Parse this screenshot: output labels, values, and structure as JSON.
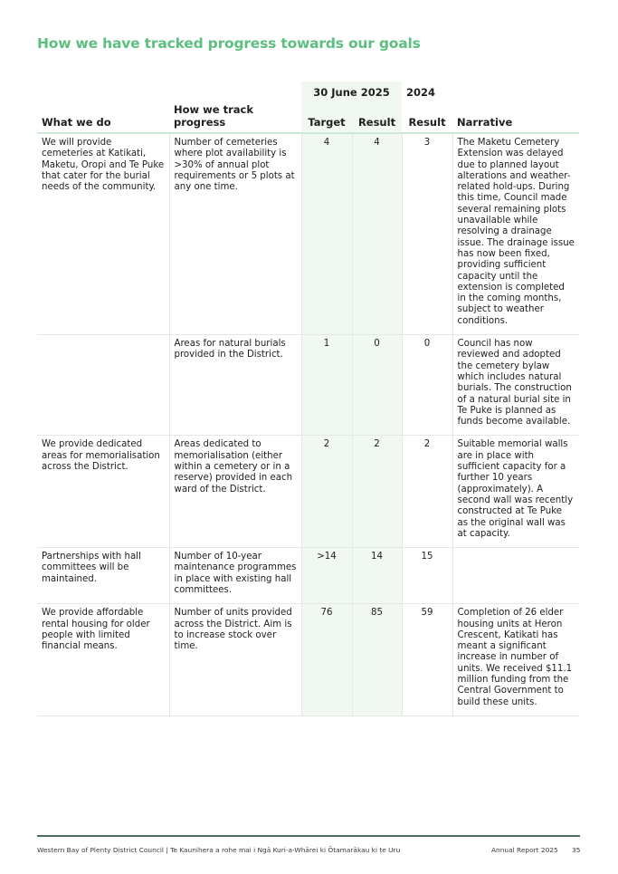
{
  "page": {
    "title": "How we have tracked progress towards our goals"
  },
  "table": {
    "group_headers": {
      "period_current": "30 June 2025",
      "period_prior": "2024"
    },
    "columns": {
      "what": "What we do",
      "how": "How we track progress",
      "target": "Target",
      "result": "Result",
      "prior_result": "Result",
      "narrative": "Narrative"
    },
    "rows": [
      {
        "what": "We will provide cemeteries at Katikati, Maketu, Oropi and Te Puke that cater for the burial needs of the community.",
        "how": "Number of cemeteries where plot availability is >30% of annual plot requirements or 5 plots at any one time.",
        "target": "4",
        "result": "4",
        "prior_result": "3",
        "narrative": "The Maketu Cemetery Extension was delayed due to planned layout alterations and weather-related hold-ups. During this time, Council made several remaining plots unavailable while resolving a drainage issue. The drainage issue has now been fixed, providing sufficient capacity until the extension is completed in the coming months, subject to weather conditions."
      },
      {
        "what": "",
        "how": "Areas for natural burials provided in the District.",
        "target": "1",
        "result": "0",
        "prior_result": "0",
        "narrative": "Council has now reviewed and adopted the cemetery bylaw which includes natural burials. The construction of a natural burial site in Te Puke is planned as funds become available."
      },
      {
        "what": "We provide dedicated areas for memorialisation across the District.",
        "how": "Areas dedicated to memorialisation (either within a cemetery or in a reserve) provided in each ward of the District.",
        "target": "2",
        "result": "2",
        "prior_result": "2",
        "narrative": "Suitable memorial walls are in place with sufficient capacity for a further 10 years (approximately). A second wall was recently constructed at Te Puke as the original wall was at capacity."
      },
      {
        "what": "Partnerships with hall committees will be maintained.",
        "how": "Number of 10-year maintenance programmes in place with existing hall committees.",
        "target": ">14",
        "result": "14",
        "prior_result": "15",
        "narrative": ""
      },
      {
        "what": "We provide affordable rental housing for older people with limited financial means.",
        "how": "Number of units provided across the District. Aim is to increase stock over time.",
        "target": "76",
        "result": "85",
        "prior_result": "59",
        "narrative": "Completion of 26 elder housing units at Heron Crescent, Katikati has meant a significant increase in number of units. We received $11.1 million funding from the Central Government to build these units."
      }
    ]
  },
  "footer": {
    "organisation": "Western Bay of Plenty District Council | Te Kaunihera a rohe mai i Ngā Kuri-a-Whārei ki Ōtamarākau ki te Uru",
    "publication": "Annual Report 2025",
    "page_number": "35"
  },
  "colors": {
    "title_green": "#5cbf7f",
    "shade_green": "#f1f7f1",
    "footer_rule": "#4e6b64"
  }
}
